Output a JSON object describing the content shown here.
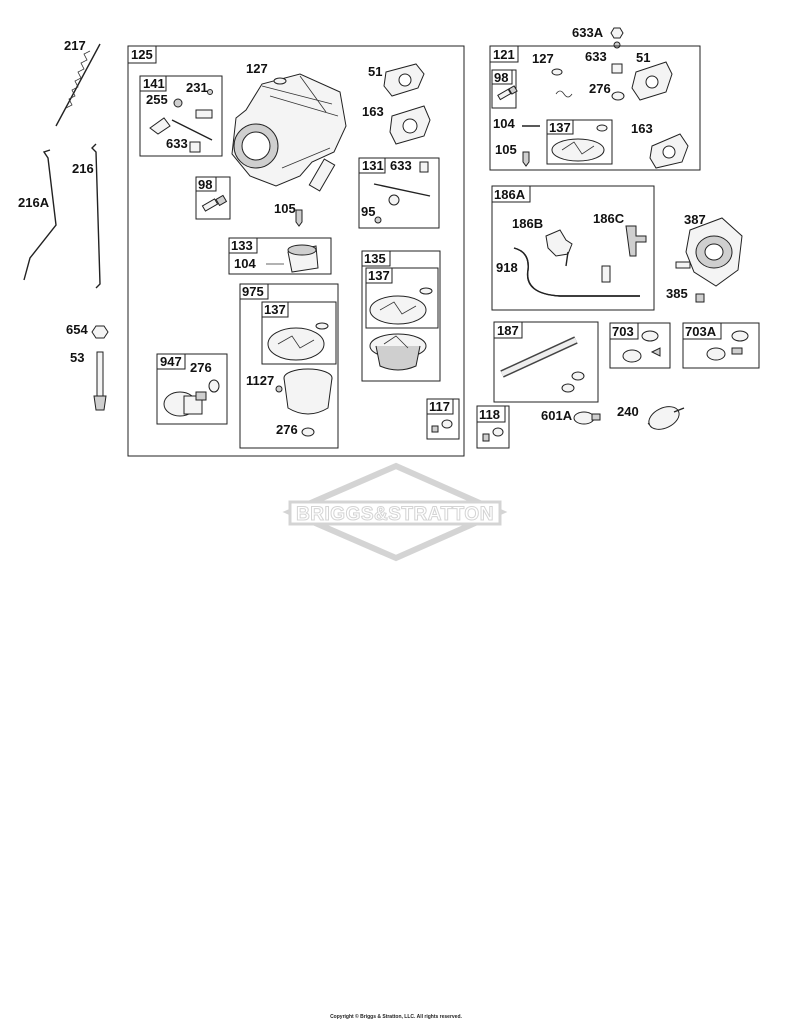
{
  "labels": {
    "l217": "217",
    "l216": "216",
    "l216a": "216A",
    "l654": "654",
    "l53": "53",
    "b125": "125",
    "l127a": "127",
    "l51a": "51",
    "l163a": "163",
    "b141": "141",
    "l231": "231",
    "l255": "255",
    "l633a": "633",
    "b98a": "98",
    "l105a": "105",
    "b131": "131",
    "l633b": "633",
    "l95": "95",
    "b133": "133",
    "l104a": "104",
    "b975": "975",
    "b137a": "137",
    "l1127": "1127",
    "l276a": "276",
    "b135": "135",
    "b137b": "137",
    "b947": "947",
    "l276b": "276",
    "b117": "117",
    "l633top": "633A",
    "b121": "121",
    "l127b": "127",
    "l633c": "633",
    "l51b": "51",
    "b98b": "98",
    "l276c": "276",
    "l104b": "104",
    "b137c": "137",
    "l163b": "163",
    "l105b": "105",
    "b186a": "186A",
    "l186b": "186B",
    "l186c": "186C",
    "l918": "918",
    "l387": "387",
    "l385": "385",
    "b187": "187",
    "b703": "703",
    "b703a": "703A",
    "b118": "118",
    "l601a": "601A",
    "l240": "240"
  },
  "watermark": {
    "logo_text": "BRIGGS&STRATTON",
    "logo_color": "#d0d0d0"
  },
  "footer": {
    "copyright": "Copyright © Briggs & Stratton, LLC. All rights reserved."
  }
}
